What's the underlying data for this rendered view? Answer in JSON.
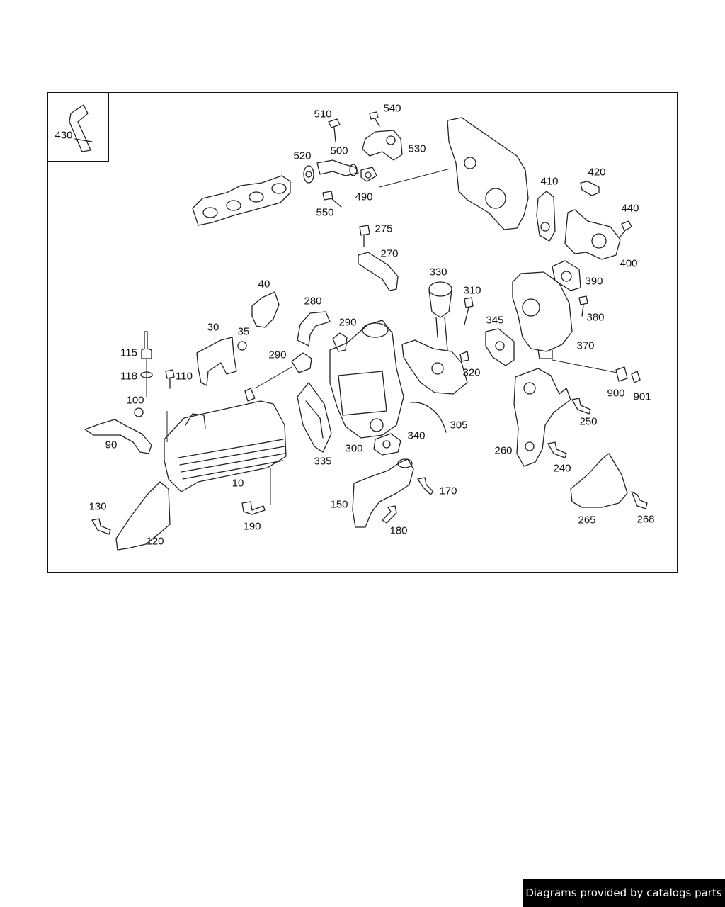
{
  "footer": {
    "credit": "Diagrams provided by catalogs parts"
  },
  "parts": [
    {
      "id": "430"
    },
    {
      "id": "510"
    },
    {
      "id": "540"
    },
    {
      "id": "500"
    },
    {
      "id": "520"
    },
    {
      "id": "530"
    },
    {
      "id": "490"
    },
    {
      "id": "550"
    },
    {
      "id": "410"
    },
    {
      "id": "420"
    },
    {
      "id": "440"
    },
    {
      "id": "400"
    },
    {
      "id": "275"
    },
    {
      "id": "270"
    },
    {
      "id": "330"
    },
    {
      "id": "310"
    },
    {
      "id": "390"
    },
    {
      "id": "380"
    },
    {
      "id": "40"
    },
    {
      "id": "280"
    },
    {
      "id": "290a",
      "label": "290"
    },
    {
      "id": "345"
    },
    {
      "id": "370"
    },
    {
      "id": "30"
    },
    {
      "id": "35"
    },
    {
      "id": "115"
    },
    {
      "id": "290b",
      "label": "290"
    },
    {
      "id": "320"
    },
    {
      "id": "110"
    },
    {
      "id": "118"
    },
    {
      "id": "900"
    },
    {
      "id": "901"
    },
    {
      "id": "100"
    },
    {
      "id": "250"
    },
    {
      "id": "305"
    },
    {
      "id": "90"
    },
    {
      "id": "340"
    },
    {
      "id": "300"
    },
    {
      "id": "260"
    },
    {
      "id": "240"
    },
    {
      "id": "335"
    },
    {
      "id": "10"
    },
    {
      "id": "170"
    },
    {
      "id": "150"
    },
    {
      "id": "130"
    },
    {
      "id": "190"
    },
    {
      "id": "180"
    },
    {
      "id": "265"
    },
    {
      "id": "268"
    },
    {
      "id": "120"
    }
  ]
}
